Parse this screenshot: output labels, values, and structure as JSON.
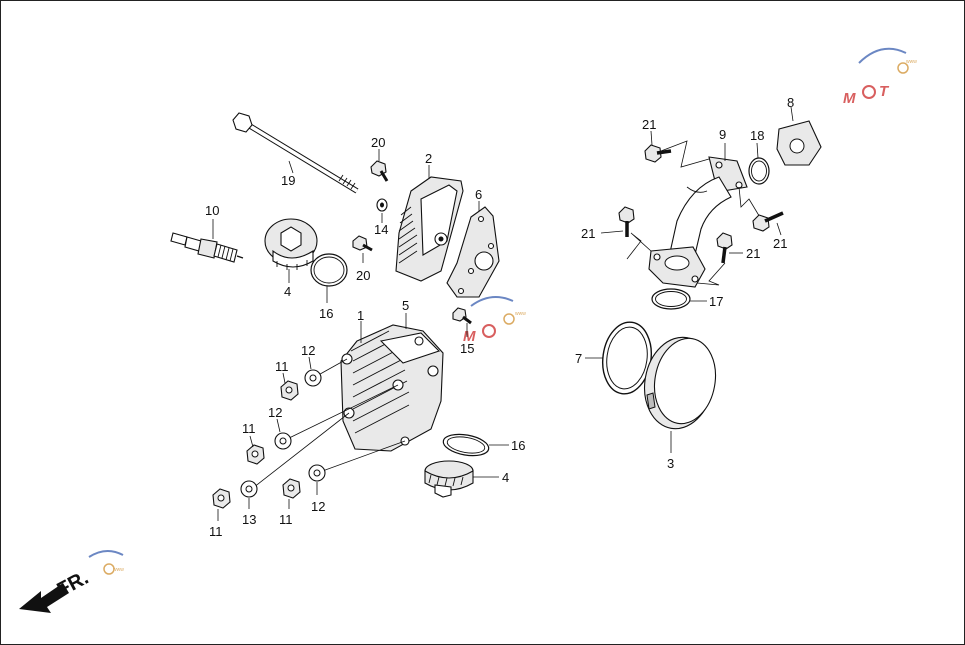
{
  "diagram": {
    "labels": {
      "l1": "1",
      "l2": "2",
      "l3": "3",
      "l4a": "4",
      "l4b": "4",
      "l5": "5",
      "l6": "6",
      "l7": "7",
      "l8": "8",
      "l9": "9",
      "l10": "10",
      "l11a": "11",
      "l11b": "11",
      "l11c": "11",
      "l11d": "11",
      "l12a": "12",
      "l12b": "12",
      "l12c": "12",
      "l13": "13",
      "l14": "14",
      "l15": "15",
      "l16a": "16",
      "l16b": "16",
      "l17": "17",
      "l18": "18",
      "l19": "19",
      "l20a": "20",
      "l20b": "20",
      "l21a": "21",
      "l21b": "21",
      "l21c": "21",
      "l21d": "21"
    },
    "front_arrow": "FR.",
    "watermark": {
      "brand": "MOTO",
      "accent": "#cc2a2a",
      "accent2": "#3a5fb0"
    }
  }
}
